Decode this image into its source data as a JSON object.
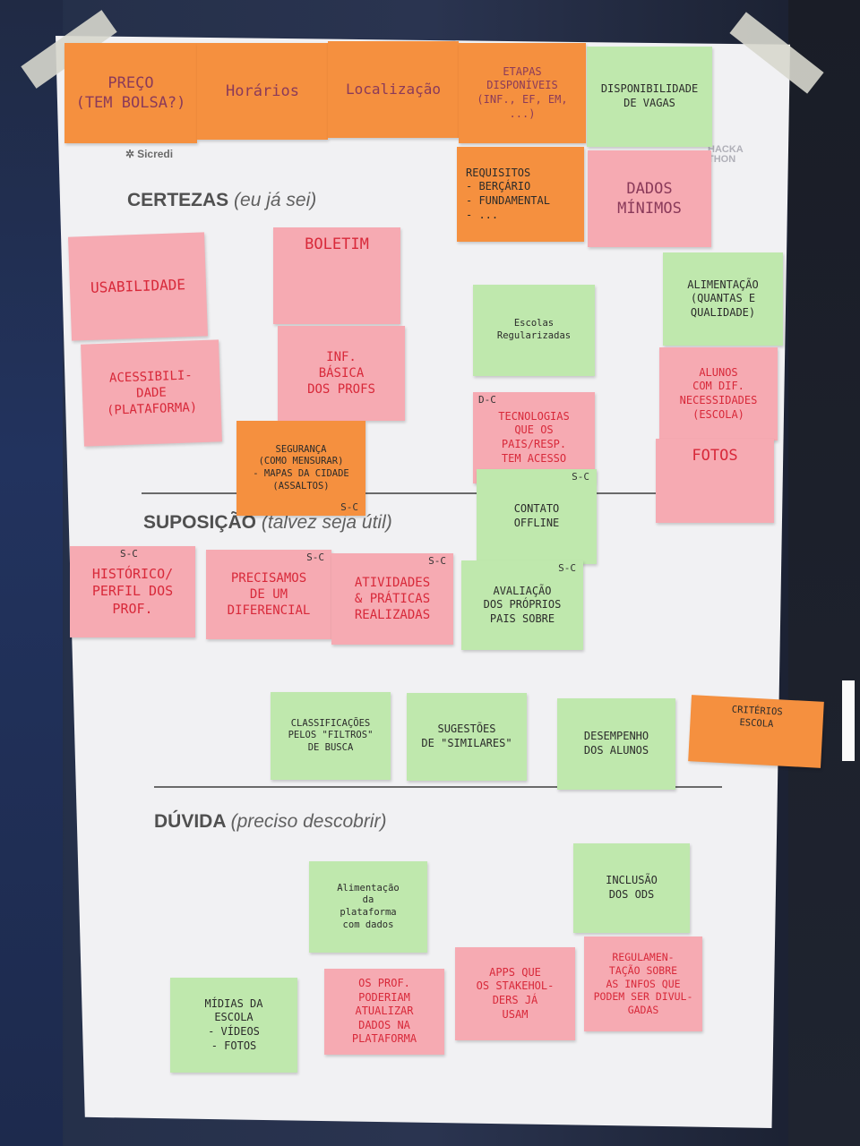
{
  "board": {
    "brand": "Sicredi",
    "ghost_text": "HACKA THON",
    "sections": {
      "certezas": {
        "title": "CERTEZAS",
        "subtitle": "(eu já sei)"
      },
      "suposicao": {
        "title": "SUPOSIÇÃO",
        "subtitle": "(talvez seja útil)"
      },
      "duvida": {
        "title": "DÚVIDA",
        "subtitle": "(preciso descobrir)"
      }
    }
  },
  "colors": {
    "orange": "#f5903f",
    "pink": "#f6aab2",
    "green": "#bfe8ad",
    "ink_red": "#d8293a"
  },
  "notes": {
    "preco": {
      "text": "PREÇO\n(TEM BOLSA?)"
    },
    "horarios": {
      "text": "Horários"
    },
    "localizacao": {
      "text": "Localização"
    },
    "etapas": {
      "text": "ETAPAS DISPONÍVEIS\n(INF., EF, EM, ...)"
    },
    "disponibilidade": {
      "text": "DISPONIBILIDADE\nDE VAGAS"
    },
    "requisitos": {
      "text": "REQUISITOS\n- BERÇÁRIO\n- FUNDAMENTAL\n- ..."
    },
    "dados_minimos": {
      "text": "DADOS\nMÍNIMOS"
    },
    "usabilidade": {
      "text": "USABILIDADE"
    },
    "boletim": {
      "text": "BOLETIM"
    },
    "acessibilidade": {
      "text": "ACESSIBILI-\nDADE\n(PLATAFORMA)"
    },
    "info_basica": {
      "text": "INF.\nBÁSICA\nDOS PROFS"
    },
    "seguranca": {
      "text": "SEGURANÇA\n(COMO MENSURAR)\n- MAPAS DA CIDADE\n(ASSALTOS)",
      "tag": "S-C"
    },
    "escolas": {
      "text": "Escolas\nRegularizadas"
    },
    "tecnologias": {
      "text": "TECNOLOGIAS\nQUE OS\nPAIS/RESP.\nTEM ACESSO",
      "tag": "D-C"
    },
    "alimentacao_top": {
      "text": "ALIMENTAÇÃO\n(QUANTAS E\nQUALIDADE)"
    },
    "alunos_dif": {
      "text": "ALUNOS\nCOM DIF.\nNECESSIDADES\n(ESCOLA)"
    },
    "fotos": {
      "text": "FOTOS"
    },
    "contato": {
      "text": "CONTATO\nOFFLINE",
      "tag": "S-C"
    },
    "historico": {
      "text": "HISTÓRICO/\nPERFIL DOS\nPROF.",
      "tag": "S-C"
    },
    "precisamos": {
      "text": "PRECISAMOS\nDE UM\nDIFERENCIAL",
      "tag": "S-C"
    },
    "atividades": {
      "text": "ATIVIDADES\n& PRÁTICAS\nREALIZADAS",
      "tag": "S-C"
    },
    "avaliacao": {
      "text": "AVALIAÇÃO\nDOS PRÓPRIOS\nPAIS SOBRE",
      "tag": "S-C"
    },
    "classificacoes": {
      "text": "CLASSIFICAÇÕES\nPELOS \"FILTROS\"\nDE BUSCA"
    },
    "sugestoes": {
      "text": "SUGESTÕES\nDE \"SIMILARES\""
    },
    "desempenho": {
      "text": "DESEMPENHO\nDOS ALUNOS"
    },
    "criterios": {
      "text": "CRITÉRIOS\nESCOLA"
    },
    "alimentacao_dados": {
      "text": "Alimentação\nda\nplataforma\ncom dados"
    },
    "inclusao": {
      "text": "INCLUSÃO\nDOS ODS"
    },
    "midias": {
      "text": "MÍDIAS DA\nESCOLA\n- VÍDEOS\n- FOTOS"
    },
    "os_prof": {
      "text": "OS PROF. PODERIAM\nATUALIZAR\nDADOS NA\nPLATAFORMA"
    },
    "apps": {
      "text": "APPS QUE\nOS STAKEHOL-\nDERS JÁ\nUSAM"
    },
    "regulamentacao": {
      "text": "REGULAMEN-\nTAÇÃO SOBRE\nAS INFOS QUE\nPODEM SER DIVUL-\nGADAS"
    }
  }
}
